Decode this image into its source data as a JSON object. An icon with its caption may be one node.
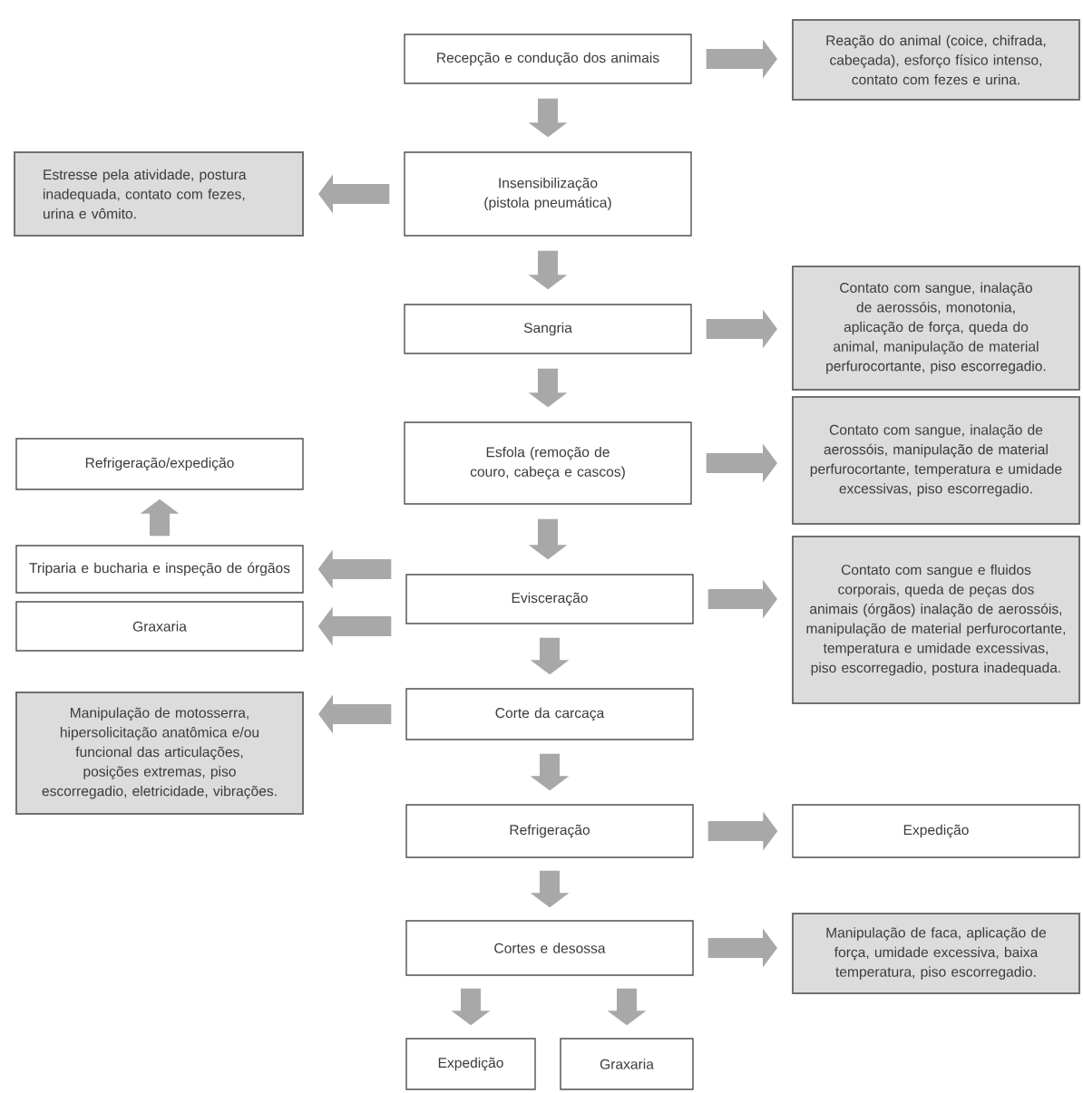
{
  "diagram": {
    "nodes": [
      {
        "text": [
          "Recepção e condução dos animais"
        ]
      },
      {
        "text": [
          "Reação do animal (coice, chifrada, cabeçada), esforço físico intenso, contato com fezes e urina."
        ]
      },
      {
        "text": [
          "Estresse pela atividade, postura inadequada, contato com fezes, urina e vômito."
        ]
      },
      {
        "text": [
          "Insensibilização (pistola pneumática)"
        ]
      },
      {
        "text": [
          "Sangria"
        ]
      },
      {
        "text": [
          "Contato com sangue, inalação de aerossóis, monotonia, aplicação de força, queda do animal, manipulação de material perfurocortante, piso escorregadio."
        ]
      },
      {
        "text": [
          "Refrigeração/expedição"
        ]
      },
      {
        "text": [
          "Esfola (remoção de couro, cabeça e cascos)"
        ]
      },
      {
        "text": [
          "Contato com sangue, inalação de aerossóis, manipulação de material perfurocortante, temperatura e umidade excessivas, piso escorregadio."
        ]
      },
      {
        "text": [
          "Triparia e bucharia e inspeção de órgãos"
        ]
      },
      {
        "text": [
          "Evisceração"
        ]
      },
      {
        "text": [
          "Contato com sangue e fluidos corporais, queda de peças dos animais (órgãos) inalação de aerossóis, manipulação de material perfurocortante, temperatura e umidade excessivas, piso escorregadio, postura inadequada."
        ]
      },
      {
        "text": [
          "Graxaria"
        ]
      },
      {
        "text": [
          "Manipulação de motosserra, hipersolicitação anatômica e/ou funcional das articulações, posições extremas, piso escorregadio, eletricidade, vibrações."
        ]
      },
      {
        "text": [
          "Corte da carcaça"
        ]
      },
      {
        "text": [
          "Refrigeração"
        ]
      },
      {
        "text": [
          "Expedição"
        ]
      },
      {
        "text": [
          "Cortes e desossa"
        ]
      },
      {
        "text": [
          "Manipulação de faca, aplicação de força, umidade excessiva, baixa temperatura, piso escorregadio."
        ]
      },
      {
        "text": [
          "Expedição"
        ]
      },
      {
        "text": [
          "Graxaria"
        ]
      }
    ],
    "edges": [
      {
        "from": 0,
        "to": 1,
        "arrow": "to"
      },
      {
        "from": 0,
        "to": 3,
        "arrow": "to"
      },
      {
        "from": 3,
        "to": 2,
        "arrow": "to"
      },
      {
        "from": 3,
        "to": 4,
        "arrow": "to"
      },
      {
        "from": 4,
        "to": 5,
        "arrow": "to"
      },
      {
        "from": 4,
        "to": 7,
        "arrow": "to"
      },
      {
        "from": 7,
        "to": 8,
        "arrow": "to"
      },
      {
        "from": 7,
        "to": 10,
        "arrow": "to"
      },
      {
        "from": 10,
        "to": 9,
        "arrow": "to"
      },
      {
        "from": 10,
        "to": 12,
        "arrow": "to"
      },
      {
        "from": 9,
        "to": 6,
        "arrow": "to"
      },
      {
        "from": 10,
        "to": 11,
        "arrow": "to"
      },
      {
        "from": 10,
        "to": 14,
        "arrow": "to"
      },
      {
        "from": 14,
        "to": 13,
        "arrow": "to"
      },
      {
        "from": 14,
        "to": 15,
        "arrow": "to"
      },
      {
        "from": 15,
        "to": 16,
        "arrow": "to"
      },
      {
        "from": 15,
        "to": 17,
        "arrow": "to"
      },
      {
        "from": 17,
        "to": 18,
        "arrow": "to"
      },
      {
        "from": 17,
        "to": 19,
        "arrow": "to"
      },
      {
        "from": 17,
        "to": 20,
        "arrow": "to"
      }
    ]
  }
}
